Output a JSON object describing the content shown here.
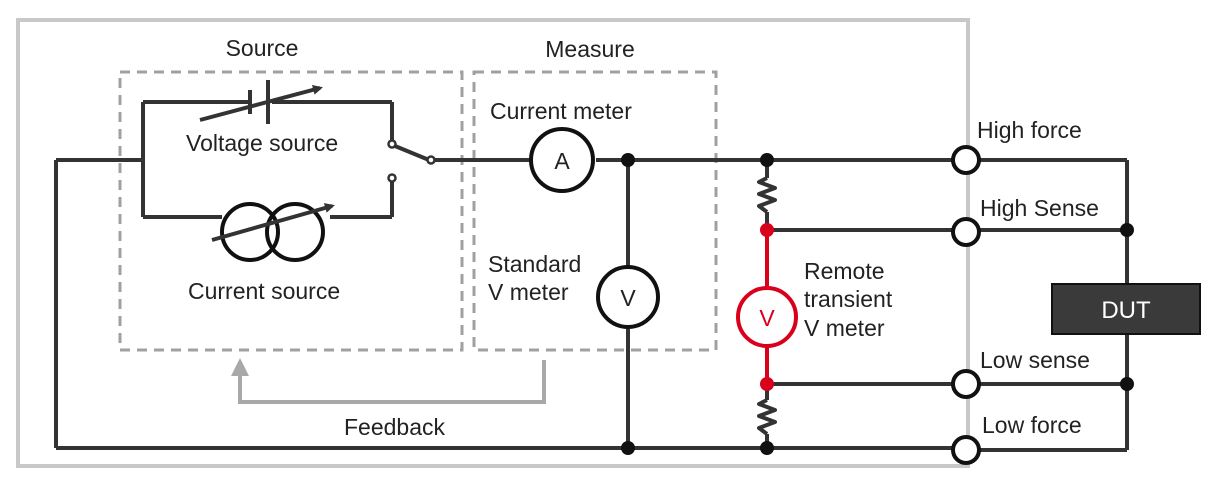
{
  "labels": {
    "source": "Source",
    "measure": "Measure",
    "voltage_source": "Voltage source",
    "current_source": "Current source",
    "current_meter": "Current meter",
    "standard_v_meter_line1": "Standard",
    "standard_v_meter_line2": "V meter",
    "remote_line1": "Remote",
    "remote_line2": "transient",
    "remote_line3": "V meter",
    "feedback": "Feedback",
    "high_force": "High force",
    "high_sense": "High Sense",
    "low_sense": "Low sense",
    "low_force": "Low force",
    "dut": "DUT",
    "ammeter_symbol": "A",
    "voltmeter_symbol": "V",
    "remote_voltmeter_symbol": "V"
  },
  "colors": {
    "wire": "#333333",
    "frame": "#c8c8c8",
    "dashed_box": "#a0a0a0",
    "feedback_arrow": "#a8a8a8",
    "remote_meter": "#d9001b",
    "dut_fill": "#3a3a3a"
  }
}
